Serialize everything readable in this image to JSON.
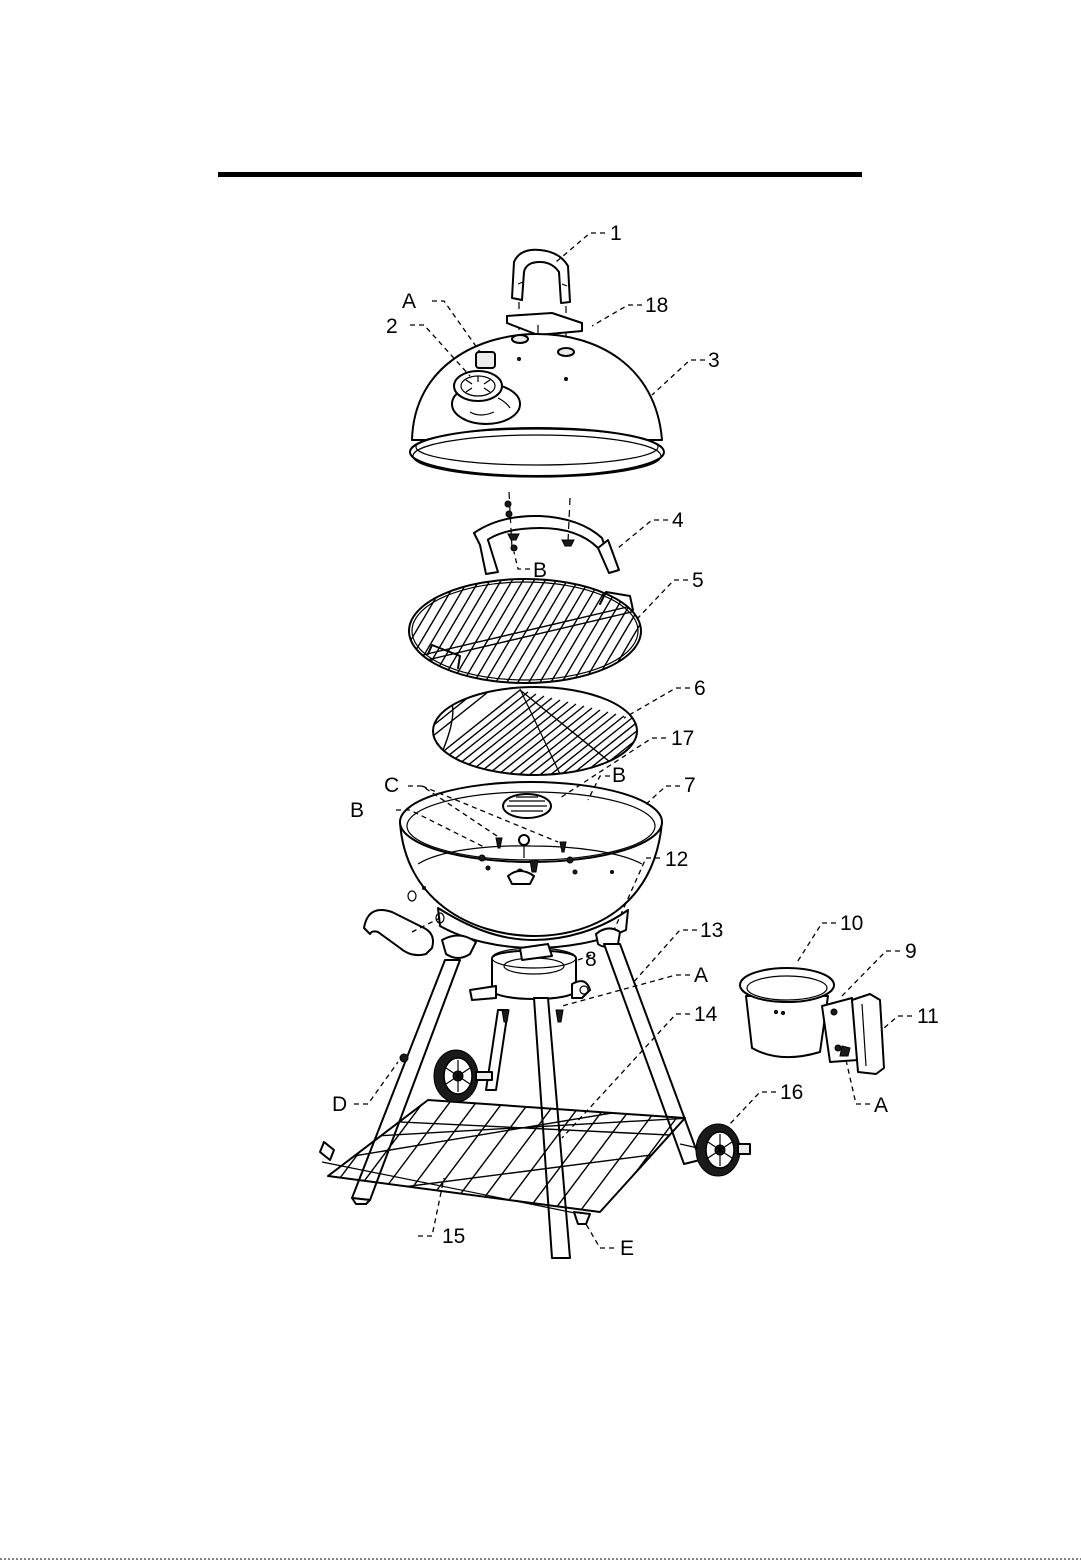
{
  "callouts": {
    "p1": "1",
    "p2": "2",
    "p3": "3",
    "p4": "4",
    "p5": "5",
    "p6": "6",
    "p7": "7",
    "p8": "8",
    "p9": "9",
    "p10": "10",
    "p11": "11",
    "p12": "12",
    "p13": "13",
    "p14": "14",
    "p15": "15",
    "p16": "16",
    "p17": "17",
    "p18": "18",
    "hA1": "A",
    "hA2": "A",
    "hA3": "A",
    "hB1": "B",
    "hB2": "B",
    "hB3": "B",
    "hC": "C",
    "hD": "D",
    "hE": "E"
  }
}
